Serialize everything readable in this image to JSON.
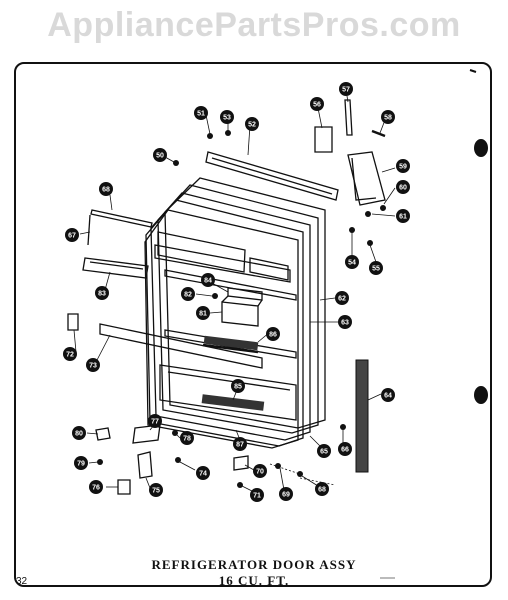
{
  "watermark": "AppliancePartsPros.com",
  "title_line1": "REFRIGERATOR DOOR ASSY",
  "title_line2": "16 CU. FT.",
  "page_number": "32",
  "callouts": [
    {
      "id": "c51",
      "label": "51"
    },
    {
      "id": "c53",
      "label": "53"
    },
    {
      "id": "c52",
      "label": "52"
    },
    {
      "id": "c56",
      "label": "56"
    },
    {
      "id": "c57",
      "label": "57"
    },
    {
      "id": "c58",
      "label": "58"
    },
    {
      "id": "c50",
      "label": "50"
    },
    {
      "id": "c59",
      "label": "59"
    },
    {
      "id": "c60",
      "label": "60"
    },
    {
      "id": "c61",
      "label": "61"
    },
    {
      "id": "c68",
      "label": "68"
    },
    {
      "id": "c67",
      "label": "67"
    },
    {
      "id": "c54",
      "label": "54"
    },
    {
      "id": "c55",
      "label": "55"
    },
    {
      "id": "c83",
      "label": "83"
    },
    {
      "id": "c84",
      "label": "84"
    },
    {
      "id": "c82",
      "label": "82"
    },
    {
      "id": "c81",
      "label": "81"
    },
    {
      "id": "c62",
      "label": "62"
    },
    {
      "id": "c63",
      "label": "63"
    },
    {
      "id": "c86",
      "label": "86"
    },
    {
      "id": "c72",
      "label": "72"
    },
    {
      "id": "c73",
      "label": "73"
    },
    {
      "id": "c85",
      "label": "85"
    },
    {
      "id": "c64",
      "label": "64"
    },
    {
      "id": "c77",
      "label": "77"
    },
    {
      "id": "c80",
      "label": "80"
    },
    {
      "id": "c78",
      "label": "78"
    },
    {
      "id": "c87",
      "label": "87"
    },
    {
      "id": "c65",
      "label": "65"
    },
    {
      "id": "c66",
      "label": "66"
    },
    {
      "id": "c79",
      "label": "79"
    },
    {
      "id": "c74",
      "label": "74"
    },
    {
      "id": "c70",
      "label": "70"
    },
    {
      "id": "c75",
      "label": "75"
    },
    {
      "id": "c76",
      "label": "76"
    },
    {
      "id": "c71",
      "label": "71"
    },
    {
      "id": "c69",
      "label": "69"
    },
    {
      "id": "c68b",
      "label": "68"
    }
  ]
}
